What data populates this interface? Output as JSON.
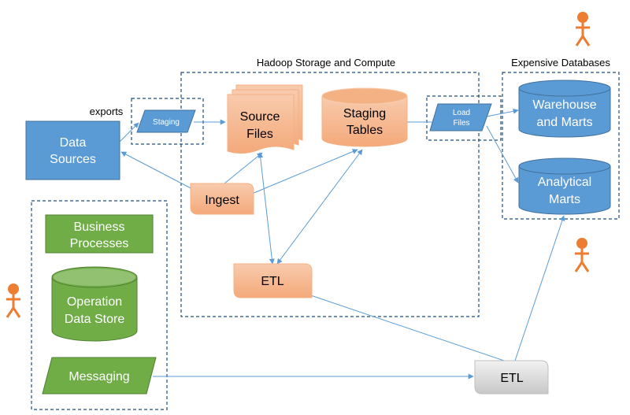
{
  "labels": {
    "hadoop_title": "Hadoop Storage and Compute",
    "expensive_title": "Expensive Databases",
    "exports": "exports"
  },
  "nodes": {
    "data_sources": [
      "Data",
      "Sources"
    ],
    "staging_para": "Staging",
    "source_files": [
      "Source",
      "Files"
    ],
    "staging_tables": [
      "Staging",
      "Tables"
    ],
    "load_files": [
      "Load",
      "Files"
    ],
    "warehouse": [
      "Warehouse",
      "and Marts"
    ],
    "analytical": [
      "Analytical",
      "Marts"
    ],
    "ingest": "Ingest",
    "etl_hadoop": "ETL",
    "business": [
      "Business",
      "Processes"
    ],
    "ods": [
      "Operation",
      "Data Store"
    ],
    "messaging": "Messaging",
    "etl_bottom": "ETL"
  },
  "colors": {
    "blue_fill": "#5b9bd5",
    "blue_stroke": "#41719c",
    "orange_fill": "#f4b183",
    "orange_grad_top": "#f8cbad",
    "green_fill": "#70ad47",
    "green_stroke": "#507e32",
    "grey_fill": "#d9d9d9",
    "person": "#ed7d31",
    "arrow": "#5b9bd5",
    "dash": "#1f4e79"
  },
  "icons": [
    "person-icon"
  ]
}
